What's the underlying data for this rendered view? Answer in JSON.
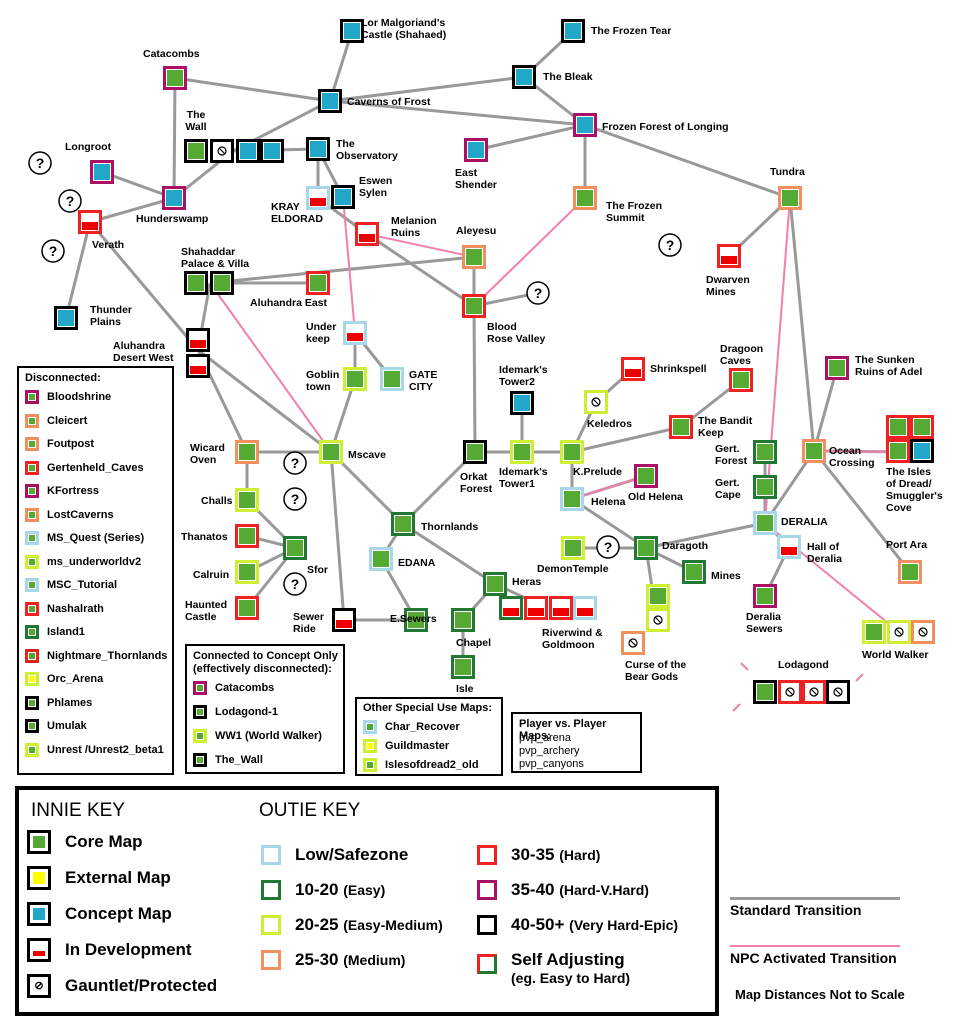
{
  "nodes": [
    {
      "label": "Lor Malgoriand's\nCastle (Shahaed)"
    },
    {
      "label": "The Frozen Tear"
    },
    {
      "label": "Catacombs"
    },
    {
      "label": "The Bleak"
    },
    {
      "label": "Caverns of Frost"
    },
    {
      "label": "Frozen Forest of Longing"
    },
    {
      "label": "The\nWall"
    },
    {
      "label": "Longroot"
    },
    {
      "label": "The\nObservatory"
    },
    {
      "label": "East\nShender"
    },
    {
      "label": "Eswen\nSylen"
    },
    {
      "label": "KRAY\nELDORAD"
    },
    {
      "label": "Hunderswamp"
    },
    {
      "label": "Tundra"
    },
    {
      "label": "The Frozen\nSummit"
    },
    {
      "label": "Verath"
    },
    {
      "label": "Melanion\nRuins"
    },
    {
      "label": "Aleyesu"
    },
    {
      "label": "Dwarven\nMines"
    },
    {
      "label": "Shahaddar\nPalace & Villa"
    },
    {
      "label": "Aluhandra East"
    },
    {
      "label": "Blood\nRose Valley"
    },
    {
      "label": "Thunder\nPlains"
    },
    {
      "label": "Under\nkeep"
    },
    {
      "label": "Aluhandra\nDesert West"
    },
    {
      "label": "Shrinkspell"
    },
    {
      "label": "Dragoon\nCaves"
    },
    {
      "label": "Goblin\ntown"
    },
    {
      "label": "GATE\nCITY"
    },
    {
      "label": "Idemark's\nTower2"
    },
    {
      "label": "The Sunken\nRuins of Adel"
    },
    {
      "label": "Keledros"
    },
    {
      "label": "The Bandit\nKeep"
    },
    {
      "label": "Wicard\nOven"
    },
    {
      "label": "Mscave"
    },
    {
      "label": "Orkat\nForest"
    },
    {
      "label": "Idemark's\nTower1"
    },
    {
      "label": "K.Prelude"
    },
    {
      "label": "Gert.\nForest"
    },
    {
      "label": "Ocean\nCrossing"
    },
    {
      "label": "The Isles\nof Dread/\nSmuggler's\nCove"
    },
    {
      "label": "Old Helena"
    },
    {
      "label": "Gert.\nCape"
    },
    {
      "label": "Challs"
    },
    {
      "label": "Helena"
    },
    {
      "label": "Thornlands"
    },
    {
      "label": "DERALIA"
    },
    {
      "label": "Thanatos"
    },
    {
      "label": "Sfor"
    },
    {
      "label": "EDANA"
    },
    {
      "label": "Daragoth"
    },
    {
      "label": "Hall of\nDeralia"
    },
    {
      "label": "Port Ara"
    },
    {
      "label": "DemonTemple"
    },
    {
      "label": "Calruin"
    },
    {
      "label": "Mines"
    },
    {
      "label": "Heras"
    },
    {
      "label": "Deralia\nSewers"
    },
    {
      "label": "Haunted\nCastle"
    },
    {
      "label": "Sewer\nRide"
    },
    {
      "label": "E.Sewers"
    },
    {
      "label": "Chapel"
    },
    {
      "label": "Riverwind &\nGoldmoon"
    },
    {
      "label": "World Walker"
    },
    {
      "label": "Curse of the\nBear Gods"
    },
    {
      "label": "Lodagond"
    },
    {
      "label": "Isle"
    }
  ],
  "unknown_marker": "?",
  "disconnected": {
    "title": "Disconnected:",
    "items": [
      "Bloodshrine",
      "Cleicert",
      "Foutpost",
      "Gertenheld_Caves",
      "KFortress",
      "LostCaverns",
      "MS_Quest (Series)",
      "ms_underworldv2",
      "MSC_Tutorial",
      "Nashalrath",
      "Island1",
      "Nightmare_Thornlands",
      "Orc_Arena",
      "Phlames",
      "Umulak",
      "Unrest /Unrest2_beta1"
    ]
  },
  "concept_only": {
    "title": "Connected to Concept Only\n(effectively disconnected):",
    "items": [
      "Catacombs",
      "Lodagond-1",
      "WW1 (World Walker)",
      "The_Wall"
    ]
  },
  "special": {
    "title": "Other Special Use Maps:",
    "items": [
      "Char_Recover",
      "Guildmaster",
      "Islesofdread2_old"
    ]
  },
  "pvp": {
    "title": "Player vs. Player Maps:",
    "items": [
      "pvp_arena",
      "pvp_archery",
      "pvp_canyons"
    ]
  },
  "innie_key": {
    "title": "INNIE KEY",
    "items": [
      "Core Map",
      "External Map",
      "Concept Map",
      "In Development",
      "Gauntlet/Protected"
    ]
  },
  "outie_key": {
    "title": "OUTIE KEY",
    "items": [
      "Low/Safezone",
      "10-20",
      "(Easy)",
      "20-25",
      "(Easy-Medium)",
      "25-30",
      "(Medium)",
      "30-35",
      "(Hard)",
      "35-40",
      "(Hard-V.Hard)",
      "40-50+",
      "(Very Hard-Epic)",
      "Self Adjusting",
      "(eg. Easy to Hard)"
    ]
  },
  "transitions": {
    "standard": "Standard Transition",
    "npc": "NPC Activated Transition",
    "note": "Map Distances Not to Scale"
  },
  "colors": {
    "core": "#55aa33",
    "external": "#ffff00",
    "concept": "#22a7c8",
    "dev": "#ee0000",
    "low": "#a8d8e8",
    "easy": "#227733",
    "easymed": "#ccee33",
    "medium": "#f09060",
    "hard": "#ee2222",
    "vhard": "#aa1166",
    "epic": "#000000",
    "line": "#999999",
    "npc": "#f080b0"
  }
}
